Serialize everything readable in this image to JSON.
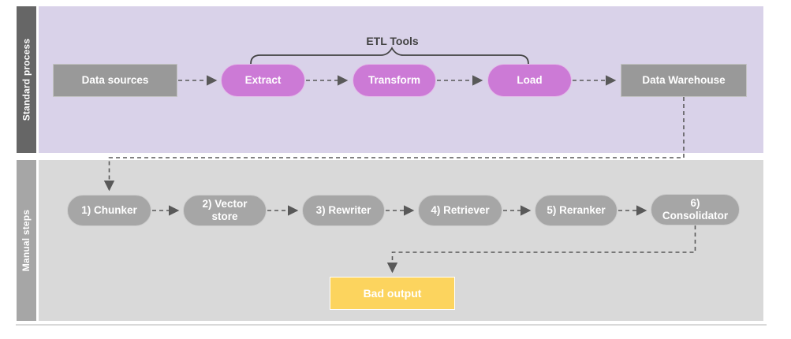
{
  "diagram": {
    "lanes": [
      {
        "label": "Standard process"
      },
      {
        "label": "Manual steps"
      }
    ],
    "etl_tools_label": "ETL Tools",
    "standard_process": {
      "nodes": [
        {
          "label": "Data sources"
        },
        {
          "label": "Extract"
        },
        {
          "label": "Transform"
        },
        {
          "label": "Load"
        },
        {
          "label": "Data Warehouse"
        }
      ]
    },
    "manual_steps": {
      "nodes": [
        {
          "label": "1) Chunker"
        },
        {
          "label": "2) Vector store"
        },
        {
          "label": "3) Rewriter"
        },
        {
          "label": "4) Retriever"
        },
        {
          "label": "5) Reranker"
        },
        {
          "label": "6) Consolidator"
        }
      ],
      "output": {
        "label": "Bad output"
      }
    },
    "colors": {
      "standard_lane_bg": "#d9d2e9",
      "manual_lane_bg": "#d9d9d9",
      "standard_lane_bar": "#666666",
      "manual_lane_bar": "#a6a6a6",
      "etl_step_fill": "#cc7ad6",
      "endpoint_fill": "#999999",
      "manual_step_fill": "#a6a6a6",
      "bad_output_fill": "#fcd45e",
      "connector": "#595959"
    }
  }
}
